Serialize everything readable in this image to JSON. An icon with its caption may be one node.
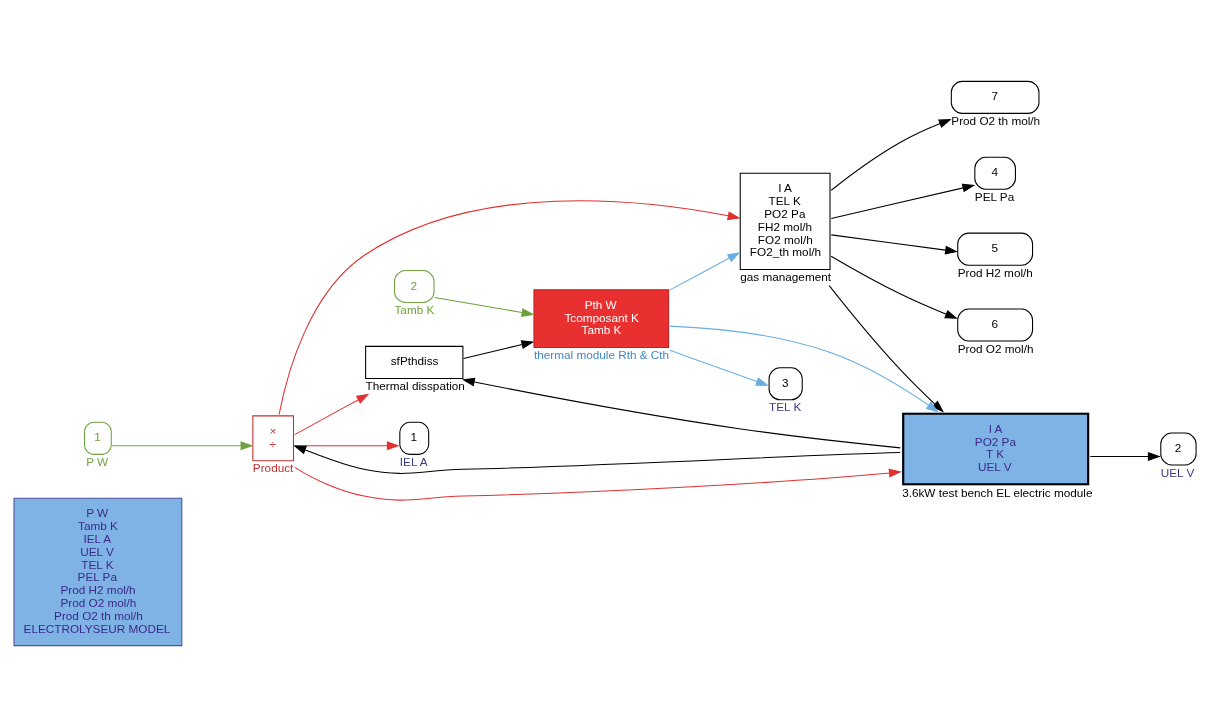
{
  "diagram": {
    "nodes": [
      {
        "text": [
          "P W",
          "Tamb K",
          "IEL A",
          "UEL V",
          "TEL K",
          "PEL Pa",
          "Prod H2 mol/h",
          "Prod O2 mol/h",
          "Prod O2 th mol/h",
          "ELECTROLYSEUR MODEL"
        ]
      },
      {
        "text": [
          "1"
        ],
        "beside": [
          "P W"
        ]
      },
      {
        "text": [
          "×",
          "÷"
        ],
        "beside": [
          "Product"
        ]
      },
      {
        "text": [
          "1"
        ],
        "beside": [
          "IEL A"
        ]
      },
      {
        "text": [
          "sfPthdiss"
        ],
        "beside": [
          "Thermal disspation"
        ]
      },
      {
        "text": [
          "I A",
          "TEL K",
          "PO2 Pa",
          "FH2 mol/h",
          "FO2 mol/h",
          "FO2_th mol/h"
        ],
        "beside": [
          "gas management"
        ]
      },
      {
        "text": [
          "4"
        ],
        "beside": [
          "PEL Pa"
        ]
      },
      {
        "text": [
          "I A",
          "PO2 Pa",
          "T K",
          "UEL V"
        ],
        "beside": [
          "3.6kW test bench EL electric module"
        ]
      },
      {
        "text": [
          "5"
        ],
        "beside": [
          "Prod H2 mol/h"
        ]
      },
      {
        "text": [
          "6"
        ],
        "beside": [
          "Prod O2 mol/h"
        ]
      },
      {
        "text": [
          "7"
        ],
        "beside": [
          "Prod O2 th mol/h"
        ]
      },
      {
        "text": [
          "2"
        ],
        "beside": [
          "UEL V"
        ]
      },
      {
        "text": [
          "2"
        ],
        "beside": [
          "Tamb K"
        ]
      },
      {
        "text": [
          "Pth W",
          "Tcomposant K",
          "Tamb K"
        ],
        "beside": [
          "thermal module Rth & Cth"
        ]
      },
      {
        "text": [
          "3"
        ],
        "beside": [
          "TEL K"
        ]
      }
    ],
    "edges": [
      {
        "from": 1,
        "to": 2,
        "arrow": "to",
        "color": "#70a040"
      },
      {
        "from": 2,
        "to": 3,
        "arrow": "to",
        "color": "#e03030"
      },
      {
        "from": 2,
        "to": 4,
        "arrow": "to",
        "color": "#e03030"
      },
      {
        "from": 2,
        "to": 7,
        "arrow": "to",
        "color": "#e03030"
      },
      {
        "from": 2,
        "to": 5,
        "arrow": "to",
        "color": "#e03030"
      },
      {
        "from": 7,
        "to": 2,
        "arrow": "to"
      },
      {
        "from": 7,
        "to": 4,
        "arrow": "to"
      },
      {
        "from": 7,
        "to": 11,
        "arrow": "to"
      },
      {
        "from": 4,
        "to": 13,
        "arrow": "to"
      },
      {
        "from": 12,
        "to": 13,
        "arrow": "to",
        "color": "#70a040"
      },
      {
        "from": 13,
        "to": 14,
        "arrow": "to",
        "color": "#6aaee0"
      },
      {
        "from": 13,
        "to": 5,
        "arrow": "to",
        "color": "#6aaee0"
      },
      {
        "from": 13,
        "to": 7,
        "arrow": "to",
        "color": "#6aaee0"
      },
      {
        "from": 5,
        "to": 7,
        "arrow": "to"
      },
      {
        "from": 5,
        "to": 6,
        "arrow": "to"
      },
      {
        "from": 5,
        "to": 8,
        "arrow": "to"
      },
      {
        "from": 5,
        "to": 9,
        "arrow": "to"
      },
      {
        "from": 5,
        "to": 10,
        "arrow": "to"
      }
    ]
  }
}
